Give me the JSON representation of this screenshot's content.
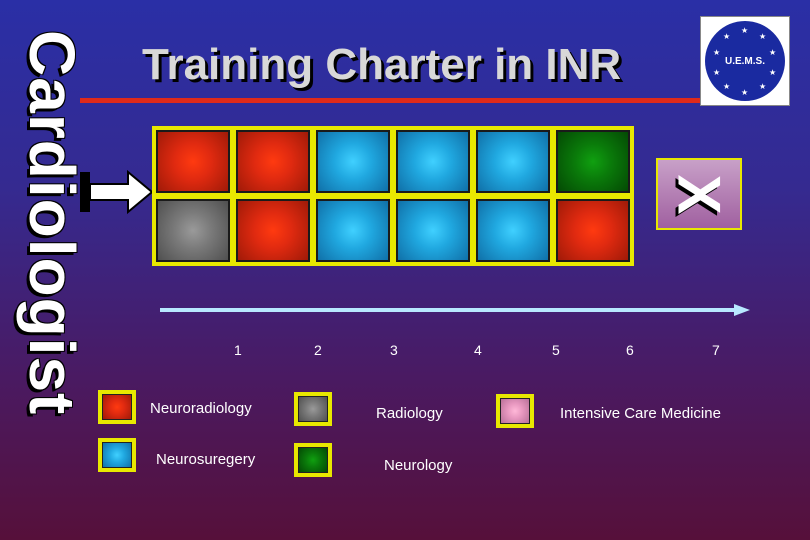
{
  "slide": {
    "vertical_title": "Cardiologist",
    "title": "Training Charter in INR",
    "logo_text": "U.E.M.S."
  },
  "colors": {
    "neuroradiology": "#e02a10",
    "neurosurgery": "#20a8e0",
    "radiology": "#7a7a7a",
    "neurology": "#0a7a0a",
    "intensive_care": "#e898c0",
    "frame": "#e8e800",
    "accent_line": "#e02a1a"
  },
  "grid": {
    "row1": [
      "red",
      "red",
      "cyan",
      "cyan",
      "cyan",
      "green"
    ],
    "row2": [
      "gray",
      "red",
      "cyan",
      "cyan",
      "cyan",
      "red"
    ]
  },
  "excluded_marker": "X",
  "timeline": {
    "ticks": [
      "1",
      "2",
      "3",
      "4",
      "5",
      "6",
      "7"
    ]
  },
  "legend": [
    {
      "label": "Neuroradiology",
      "color": "red"
    },
    {
      "label": "Radiology",
      "color": "gray"
    },
    {
      "label": "Intensive Care Medicine",
      "color": "pink"
    },
    {
      "label": "Neurosuregery",
      "color": "cyan"
    },
    {
      "label": "Neurology",
      "color": "green"
    }
  ]
}
